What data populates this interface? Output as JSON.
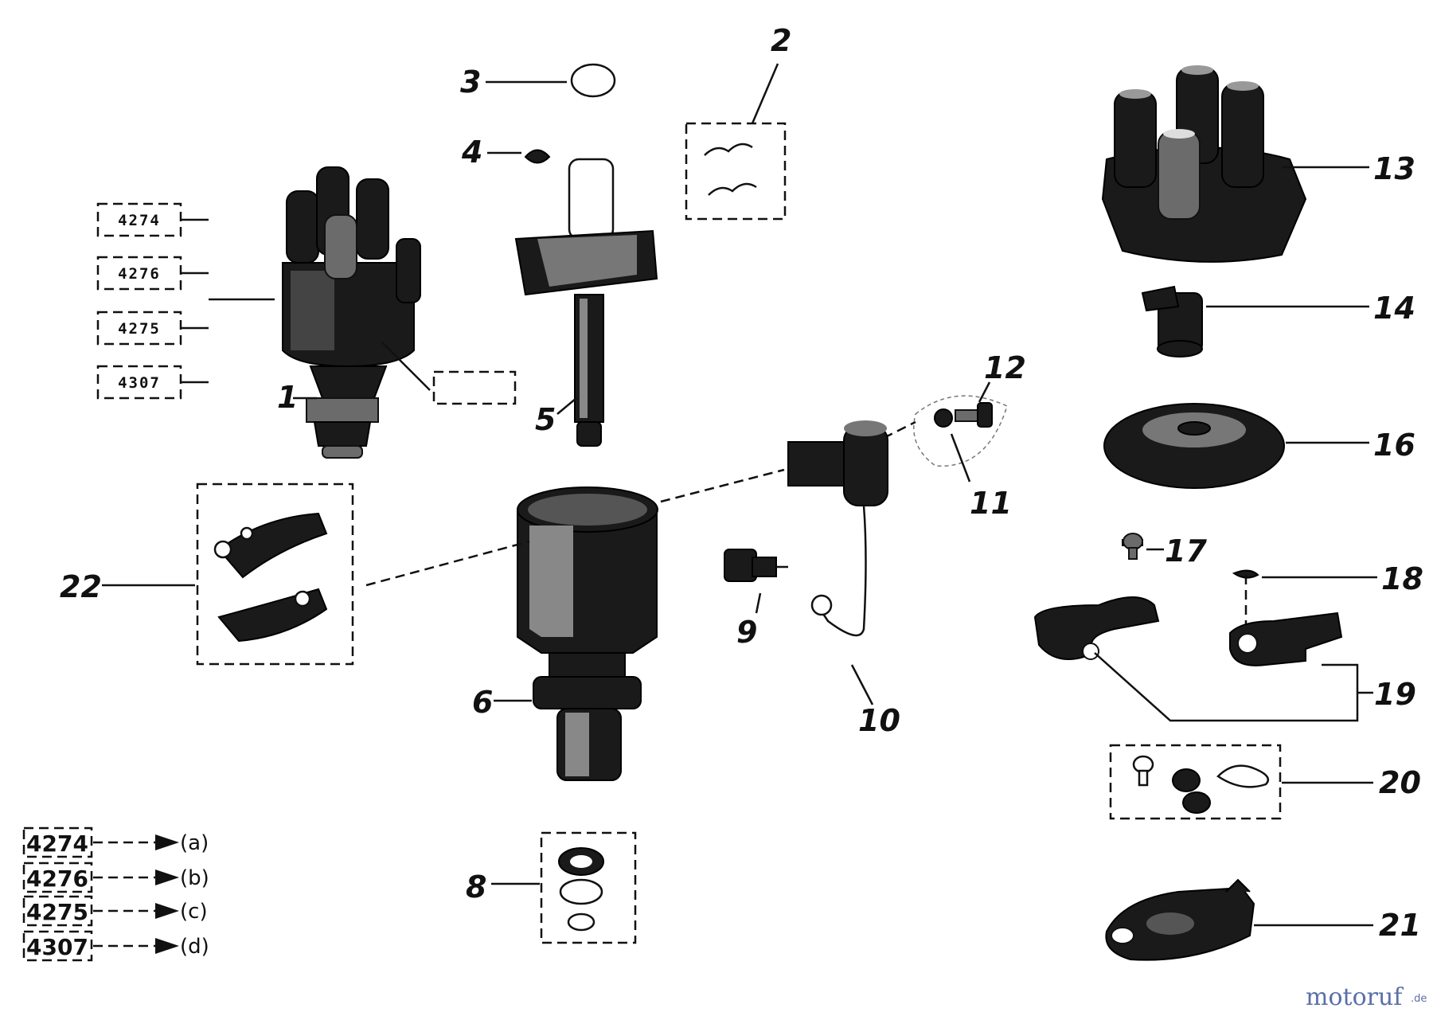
{
  "diagram": {
    "part_numbers": [
      "1",
      "2",
      "3",
      "4",
      "5",
      "6",
      "8",
      "9",
      "10",
      "11",
      "12",
      "13",
      "14",
      "16",
      "17",
      "18",
      "19",
      "20",
      "21",
      "22"
    ],
    "variant_codes": [
      "4274",
      "4276",
      "4275",
      "4307"
    ],
    "legend": [
      {
        "code": "4274",
        "letter": "(a)"
      },
      {
        "code": "4276",
        "letter": "(b)"
      },
      {
        "code": "4275",
        "letter": "(c)"
      },
      {
        "code": "4307",
        "letter": "(d)"
      }
    ]
  },
  "watermark": {
    "brand_a": "motoruf",
    "brand_b": "",
    "suffix": ".de"
  }
}
